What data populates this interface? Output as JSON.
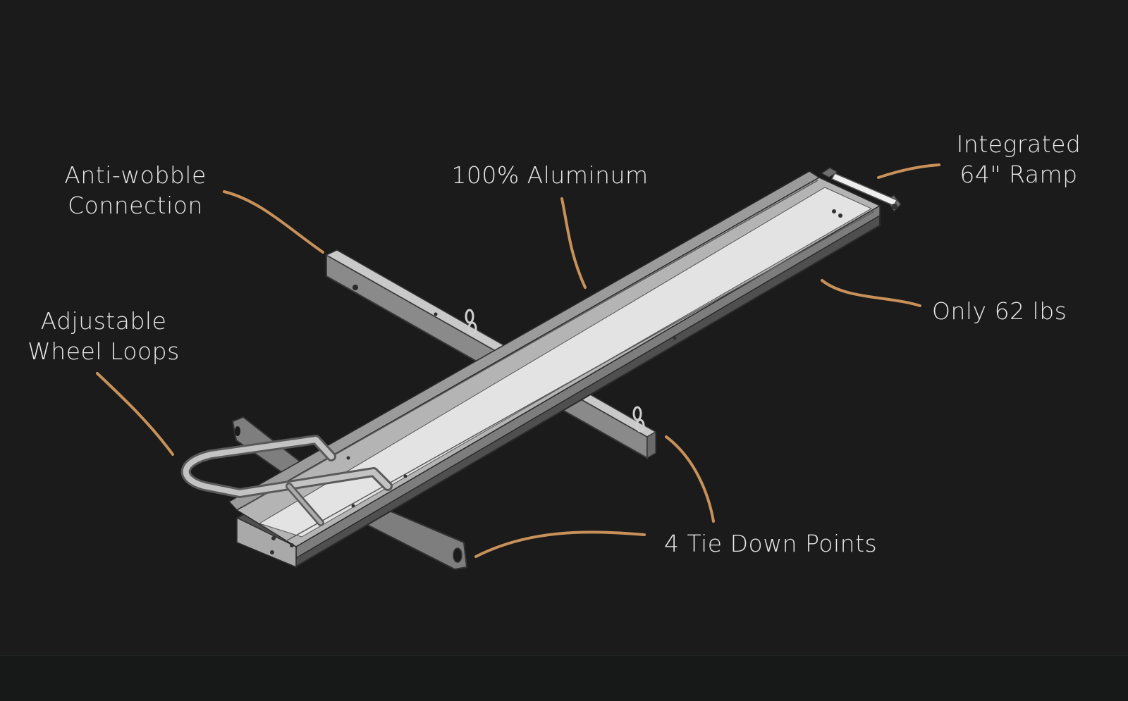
{
  "labels": {
    "anti_wobble": [
      "Anti-wobble",
      "Connection"
    ],
    "aluminum": "100% Aluminum",
    "ramp": [
      "Integrated",
      "64\" Ramp"
    ],
    "wheel_loops": [
      "Adjustable",
      "Wheel Loops"
    ],
    "weight": "Only 62 lbs",
    "tie_down": "4 Tie Down Points"
  },
  "colors": {
    "background": "#1b1b1b",
    "text": "#e8e8e8",
    "pointer": "#c8915a",
    "metal_light": "#dedede",
    "metal_mid": "#a3a3a3",
    "metal_dark": "#5f5f5f"
  }
}
